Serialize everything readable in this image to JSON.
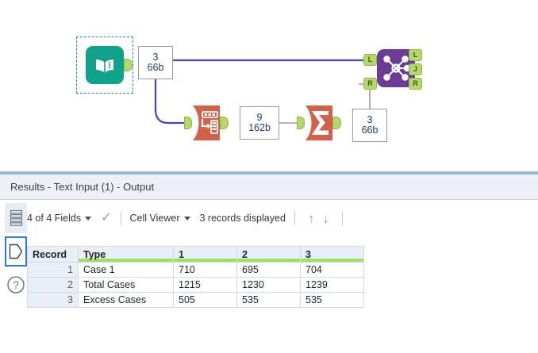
{
  "app": {
    "canvas_background": "#ffffff",
    "accent_blue": "#2f7ed8"
  },
  "workflow": {
    "nodes": [
      {
        "id": "text-input",
        "name": "Text Input",
        "icon": "text-input-book-icon",
        "color": "#10a18a",
        "selected": true,
        "record_count": "3",
        "record_size": "66b"
      },
      {
        "id": "transpose",
        "name": "Transpose",
        "icon": "transpose-icon",
        "color": "#d4604a",
        "selected": false,
        "record_count": "9",
        "record_size": "162b"
      },
      {
        "id": "summarize",
        "name": "Summarize",
        "icon": "sigma-icon",
        "color": "#d4604a",
        "selected": false,
        "record_count": "3",
        "record_size": "66b"
      },
      {
        "id": "join",
        "name": "Join",
        "icon": "join-icon",
        "color": "#6b3b95",
        "selected": false,
        "input_anchors": [
          "L",
          "R"
        ],
        "output_anchors": [
          "L",
          "J",
          "R"
        ]
      }
    ],
    "connections": [
      {
        "from": "text-input",
        "to": "join",
        "port": "L",
        "color": "#4b3fd4",
        "highlighted": true
      },
      {
        "from": "text-input",
        "to": "transpose",
        "port": "in",
        "color": "#4b3fd4",
        "highlighted": true
      },
      {
        "from": "transpose",
        "to": "summarize",
        "port": "in",
        "color": "#9a9a9a",
        "highlighted": false
      },
      {
        "from": "summarize",
        "to": "join",
        "port": "R",
        "color": "#9a9a9a",
        "highlighted": false
      }
    ]
  },
  "results": {
    "title_prefix": "Results",
    "title": "Results - Text Input (1) - Output",
    "rail": [
      {
        "name": "data-grid-icon",
        "label": ""
      },
      {
        "name": "metadata-tag-icon",
        "label": "",
        "selected": true
      },
      {
        "name": "help-question-icon",
        "label": ""
      }
    ],
    "toolbar": {
      "fields_label": "4 of 4 Fields",
      "checkmark": "✓",
      "view_mode": "Cell Viewer",
      "record_status": "3 records displayed",
      "nav_up": "↑",
      "nav_down": "↓"
    },
    "table": {
      "columns": [
        "Record",
        "Type",
        "1",
        "2",
        "3"
      ],
      "rows": [
        {
          "record": "1",
          "type": "Case 1",
          "c1": "710",
          "c2": "695",
          "c3": "704"
        },
        {
          "record": "2",
          "type": "Total Cases",
          "c1": "1215",
          "c2": "1230",
          "c3": "1239"
        },
        {
          "record": "3",
          "type": "Excess Cases",
          "c1": "505",
          "c2": "535",
          "c3": "535"
        }
      ]
    }
  }
}
